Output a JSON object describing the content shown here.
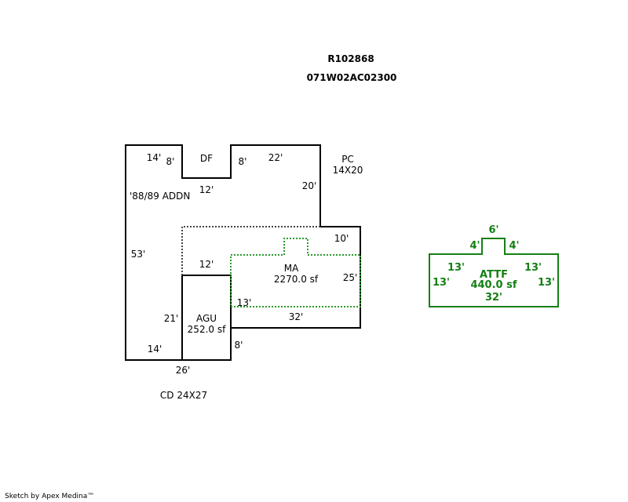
{
  "header": {
    "account": "R102868",
    "parcel": "071W02AC02300"
  },
  "colors": {
    "outline": "#000000",
    "green": "#148014",
    "dotted_gray": "#444444"
  },
  "main_sketch": {
    "areas": {
      "addition": "'88/89 ADDN",
      "df": "DF",
      "pc_name": "PC",
      "pc_size": "14X20",
      "ma_name": "MA",
      "ma_area": "2270.0 sf",
      "agu_name": "AGU",
      "agu_area": "252.0 sf",
      "cd": "CD 24X27"
    },
    "dims": {
      "top_left_14": "14'",
      "df_left_8": "8'",
      "df_right_8": "8'",
      "top_22": "22'",
      "df_bottom_12": "12'",
      "right_20": "20'",
      "step_10": "10'",
      "left_53": "53'",
      "inner_12": "12'",
      "right_25": "25'",
      "inner_13": "13'",
      "bottom_32": "32'",
      "agu_21": "21'",
      "bottom_14": "14'",
      "agu_8": "8'",
      "bottom_26": "26'"
    }
  },
  "attf_sketch": {
    "name": "ATTF",
    "area": "440.0 sf",
    "dims": {
      "top_6": "6'",
      "left_4": "4'",
      "right_4": "4'",
      "inner_left_13": "13'",
      "inner_right_13": "13'",
      "side_left_13": "13'",
      "side_right_13": "13'",
      "bottom_32": "32'"
    }
  },
  "footer": {
    "credit": "Sketch by Apex Medina™"
  }
}
